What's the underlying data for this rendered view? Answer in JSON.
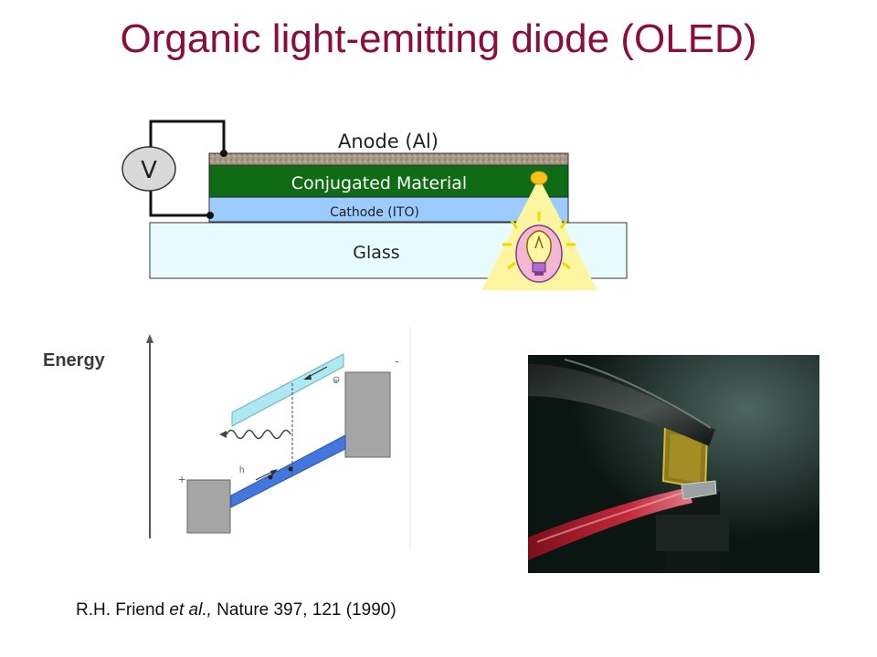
{
  "slide": {
    "title": "Organic light-emitting diode (OLED)"
  },
  "device_diagram": {
    "voltage_label": "V",
    "anode_label": "Anode (Al)",
    "conjugated_label": "Conjugated Material",
    "cathode_label": "Cathode (ITO)",
    "glass_label": "Glass",
    "colors": {
      "title": "#8b0d3c",
      "anode": "#a89a86",
      "conjugated": "#0f6b14",
      "cathode": "#9ccbff",
      "glass": "#e8fcff",
      "light_cone": "#fdf5a0"
    }
  },
  "energy_diagram": {
    "label": "Energy",
    "plus_sign": "+",
    "minus_sign": "-",
    "h_label": "h",
    "e_label": "e"
  },
  "photo": {
    "description_icon": "oled-device-photo"
  },
  "citation": {
    "authors": "R.H. Friend ",
    "etal": "et al.,",
    "reference": " Nature 397, 121 (1990)"
  }
}
